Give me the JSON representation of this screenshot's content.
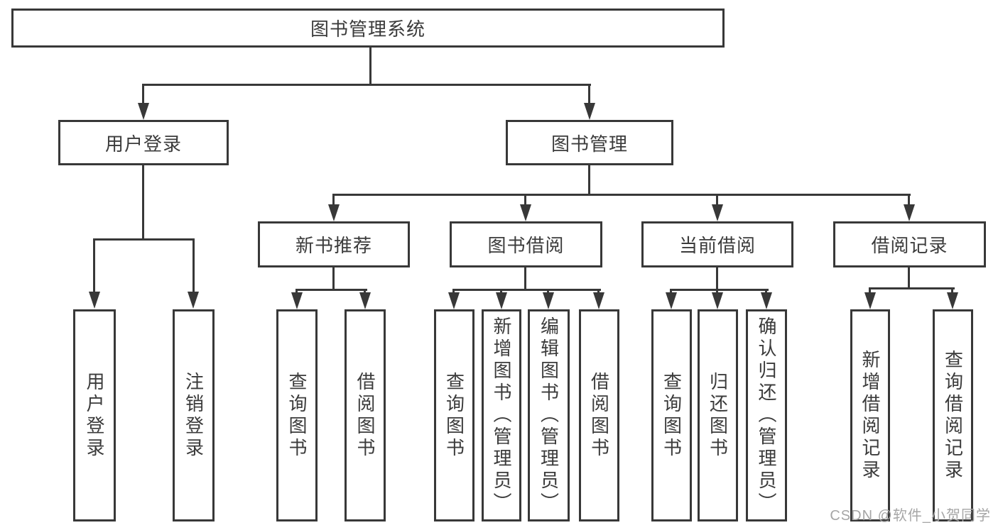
{
  "colors": {
    "line": "#383838",
    "text": "#3b3b3b",
    "background": "#ffffff",
    "watermark": "#a6a6a6"
  },
  "tree": {
    "root": "图书管理系统",
    "branches": [
      {
        "label": "用户登录",
        "leaves": [
          "用户登录",
          "注销登录"
        ]
      },
      {
        "label": "图书管理",
        "groups": [
          {
            "label": "新书推荐",
            "leaves": [
              "查询图书",
              "借阅图书"
            ]
          },
          {
            "label": "图书借阅",
            "leaves": [
              "查询图书",
              "新增图书（管理员）",
              "编辑图书（管理员）",
              "借阅图书"
            ]
          },
          {
            "label": "当前借阅",
            "leaves": [
              "查询图书",
              "归还图书",
              "确认归还（管理员）"
            ]
          },
          {
            "label": "借阅记录",
            "leaves": [
              "新增借阅记录",
              "查询借阅记录"
            ]
          }
        ]
      }
    ]
  },
  "watermark": "CSDN @软件_小贺同学"
}
